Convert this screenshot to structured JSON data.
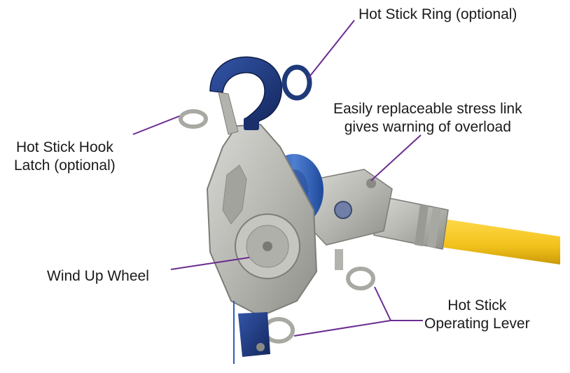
{
  "callouts": {
    "hot_stick_ring": {
      "text": "Hot Stick Ring (optional)"
    },
    "stress_link": {
      "line1": "Easily replaceable stress link",
      "line2": "gives warning of overload"
    },
    "hook_latch": {
      "line1": "Hot Stick Hook",
      "line2": "Latch (optional)"
    },
    "wind_up_wheel": {
      "text": "Wind Up Wheel"
    },
    "operating_lever": {
      "line1": "Hot Stick",
      "line2": "Operating Lever"
    }
  },
  "colors": {
    "leader": "#6a2c91",
    "hook": "#1e3a7a",
    "housing": "#b9b9b4",
    "pole": "#f2c21b",
    "strap": "#2f5fb3"
  }
}
